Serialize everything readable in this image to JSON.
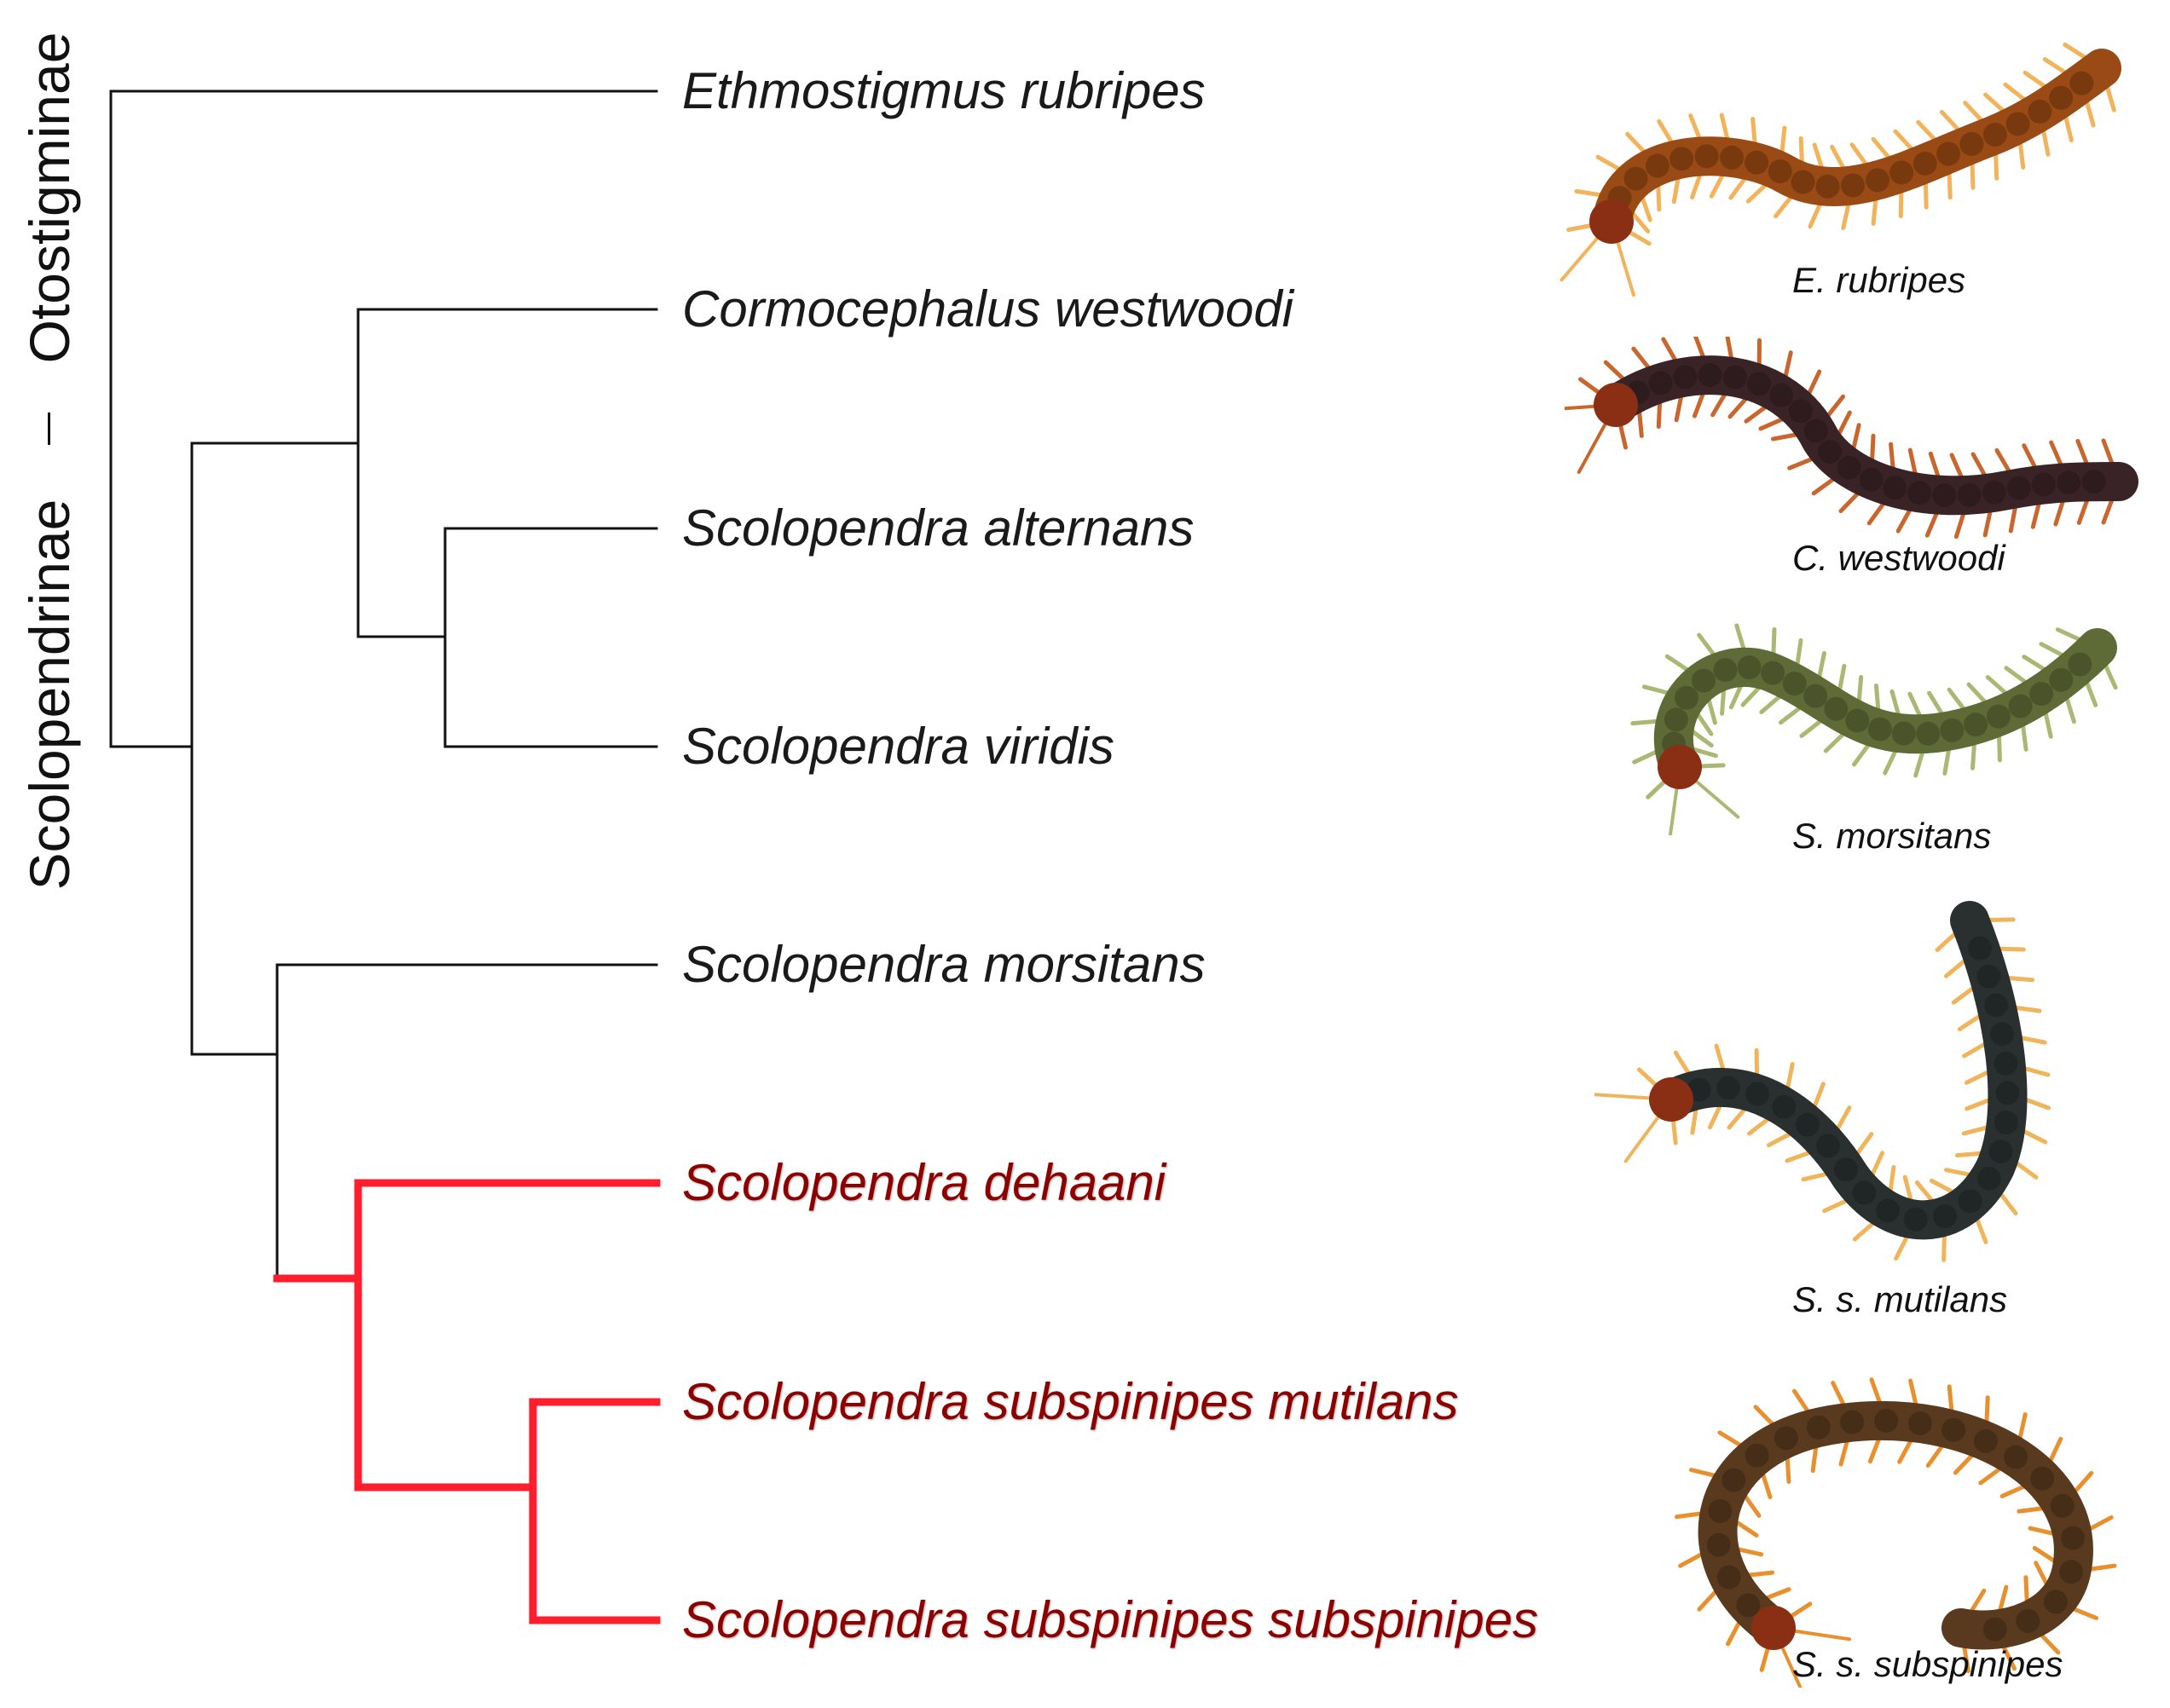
{
  "clades": [
    {
      "id": "otostigminae",
      "label": "Otostigminae"
    },
    {
      "id": "scolopendrinae",
      "label": "Scolopendrinae"
    }
  ],
  "taxa": [
    {
      "id": "ethmostigmus",
      "label": "Ethmostigmus rubripes",
      "highlight": false
    },
    {
      "id": "cormocephalus",
      "label": "Cormocephalus westwoodi",
      "highlight": false
    },
    {
      "id": "alternans",
      "label": "Scolopendra alternans",
      "highlight": false
    },
    {
      "id": "viridis",
      "label": "Scolopendra viridis",
      "highlight": false
    },
    {
      "id": "morsitans",
      "label": "Scolopendra morsitans",
      "highlight": false
    },
    {
      "id": "dehaani",
      "label": "Scolopendra dehaani",
      "highlight": true
    },
    {
      "id": "mutilans",
      "label": "Scolopendra subspinipes mutilans",
      "highlight": true
    },
    {
      "id": "subspinipes",
      "label": "Scolopendra subspinipes subspinipes",
      "highlight": true
    }
  ],
  "photos": [
    {
      "id": "e-rubripes",
      "caption": "E. rubripes",
      "icon": "centipede-illustration",
      "body_color": "#9a4a14",
      "leg_color": "#f3b35a"
    },
    {
      "id": "c-westwoodi",
      "caption": "C. westwoodi",
      "icon": "centipede-illustration",
      "body_color": "#3a2326",
      "leg_color": "#c8662e"
    },
    {
      "id": "s-morsitans",
      "caption": "S. morsitans",
      "icon": "centipede-illustration",
      "body_color": "#5f6b36",
      "leg_color": "#a9b873"
    },
    {
      "id": "s-s-mutilans",
      "caption": "S. s. mutilans",
      "icon": "centipede-illustration",
      "body_color": "#2a3030",
      "leg_color": "#f0b45a"
    },
    {
      "id": "s-s-subspinipes",
      "caption": "S. s. subspinipes",
      "icon": "centipede-illustration",
      "body_color": "#5a3a1e",
      "leg_color": "#e9902e"
    }
  ],
  "colors": {
    "branch": "#111111",
    "highlight_branch": "#ff1e2d",
    "highlight_text": "#8c0000"
  }
}
